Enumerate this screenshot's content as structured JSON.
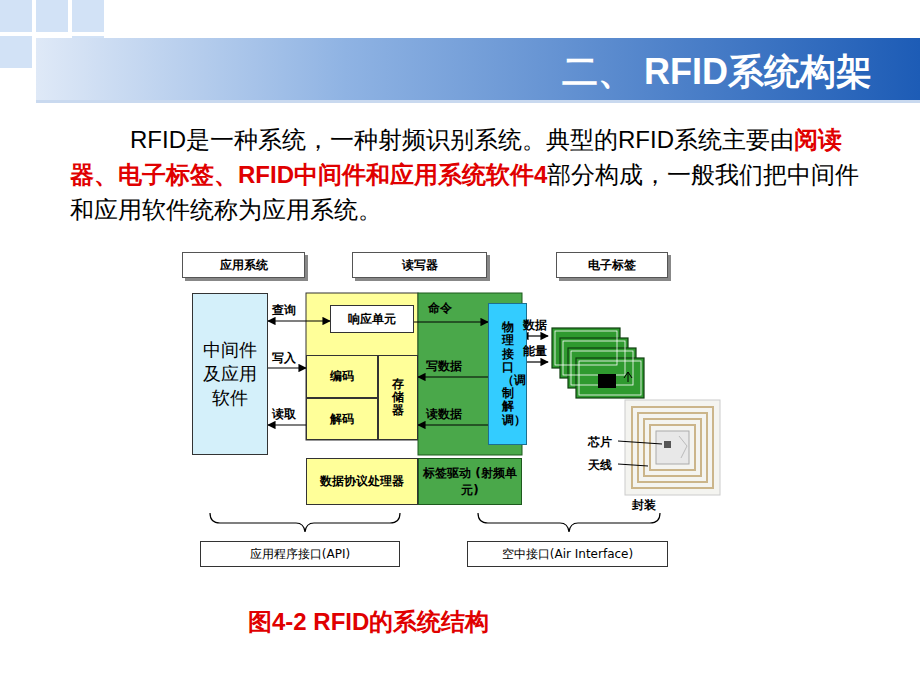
{
  "diagram": {
    "title": "二、 RFID系统构架",
    "caption": "图4-2  RFID的系统结构",
    "nodes": [
      {
        "text": [
          "应用系统"
        ]
      },
      {
        "text": [
          "读写器"
        ]
      },
      {
        "text": [
          "电子标签"
        ]
      },
      {
        "text": [
          "中间件及应用软件"
        ]
      },
      {
        "text": [
          "响应单元"
        ]
      },
      {
        "text": [
          "编码"
        ]
      },
      {
        "text": [
          "解码"
        ]
      },
      {
        "text": [
          "存储器"
        ]
      },
      {
        "text": [
          "物理接口（调制解调）"
        ]
      },
      {
        "text": [
          "数据协议处理器"
        ]
      },
      {
        "text": [
          "标签驱动 (射频单元)"
        ]
      },
      {
        "text": [
          "应用程序接口(API)"
        ]
      },
      {
        "text": [
          "空中接口(Air Interface)"
        ]
      }
    ],
    "edges": [
      {
        "from": 3,
        "to": 4,
        "label": "查询",
        "arrow": "both"
      },
      {
        "from": 3,
        "to": 5,
        "label": "写入",
        "arrow": "to"
      },
      {
        "from": 6,
        "to": 3,
        "label": "读取",
        "arrow": "to"
      },
      {
        "from": 4,
        "to": 8,
        "label": "命令",
        "arrow": "to"
      },
      {
        "from": 8,
        "to": 7,
        "label": "写数据",
        "arrow": "to"
      },
      {
        "from": 8,
        "to": 7,
        "label": "读数据",
        "arrow": "to"
      }
    ],
    "labels": [
      "RFID是一种系统，一种射频识别系统。典型的RFID系统主要由",
      "阅读器、电子标签、RFID中间件和应用系统软件4",
      "部分构成，一般我们把中间件和应用软件统称为应用系统。",
      "数据",
      "能量",
      "芯片",
      "天线",
      "封装"
    ]
  }
}
